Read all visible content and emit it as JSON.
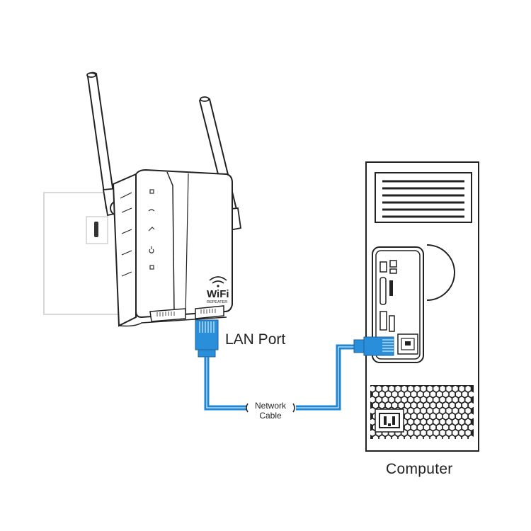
{
  "labels": {
    "lan_port": "LAN Port",
    "network_cable_line1": "Network",
    "network_cable_line2": "Cable",
    "computer": "Computer"
  },
  "device": {
    "logo_text": "WiFi",
    "logo_subtext": "REPEATER"
  },
  "colors": {
    "cable": "#1f86d4",
    "connector": "#2a8fda",
    "outline": "#222222",
    "wall": "#d8d8d8"
  }
}
